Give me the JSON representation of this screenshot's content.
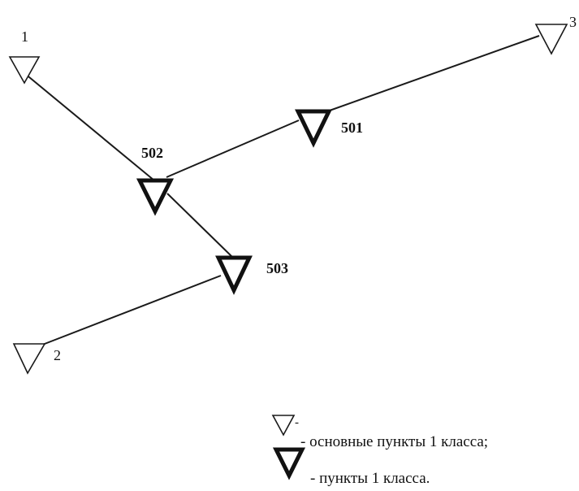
{
  "points": [
    {
      "id": "p1",
      "label": "1",
      "kind": "main"
    },
    {
      "id": "p2",
      "label": "2",
      "kind": "main"
    },
    {
      "id": "p3",
      "label": "3",
      "kind": "main"
    },
    {
      "id": "p501",
      "label": "501",
      "kind": "class1"
    },
    {
      "id": "p502",
      "label": "502",
      "kind": "class1"
    },
    {
      "id": "p503",
      "label": "503",
      "kind": "class1"
    }
  ],
  "links": [
    {
      "from": "1",
      "to": "502"
    },
    {
      "from": "502",
      "to": "501"
    },
    {
      "from": "501",
      "to": "3"
    },
    {
      "from": "502",
      "to": "503"
    },
    {
      "from": "503",
      "to": "2"
    }
  ],
  "legend": {
    "main_suffix": "-",
    "main_text": "- основные пункты 1 класса;",
    "class1_text": "- пункты 1 класса."
  },
  "colors": {
    "line": "#1a1a1a",
    "symbol": "#111111",
    "background": "#ffffff"
  }
}
